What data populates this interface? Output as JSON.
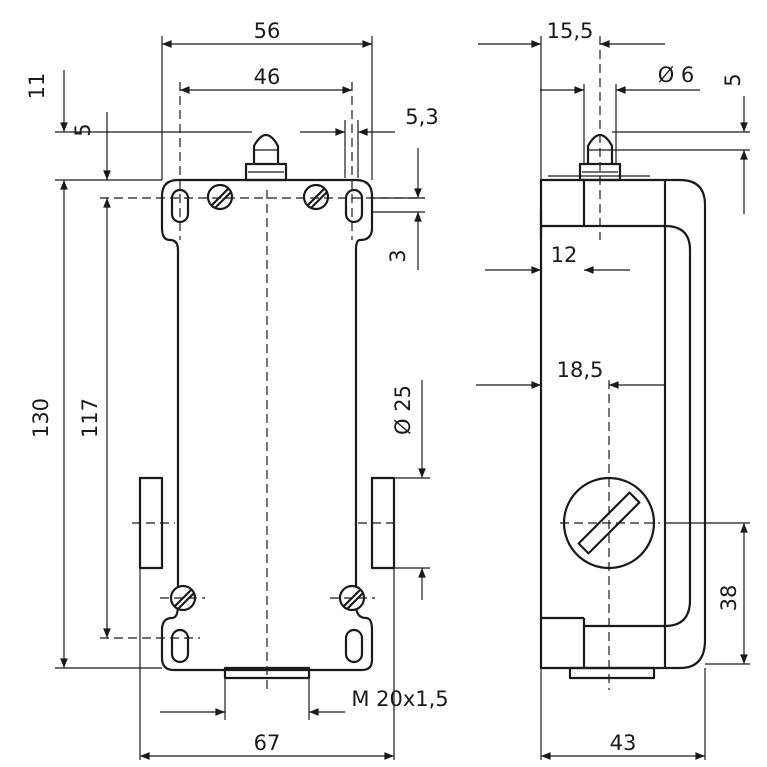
{
  "front_view": {
    "width_total": "56",
    "width_holes": "46",
    "top_offset": "11",
    "top_offset_2": "5",
    "plunger_offset": "5,3",
    "height_total": "130",
    "height_holes": "117",
    "offset_3": "3",
    "diameter_25": "Ø 25",
    "thread": "M 20x1,5",
    "width_bottom": "67"
  },
  "side_view": {
    "width_15_5": "15,5",
    "diameter_6": "Ø 6",
    "top_5": "5",
    "depth_12": "12",
    "depth_18_5": "18,5",
    "height_38": "38",
    "width_43": "43"
  }
}
